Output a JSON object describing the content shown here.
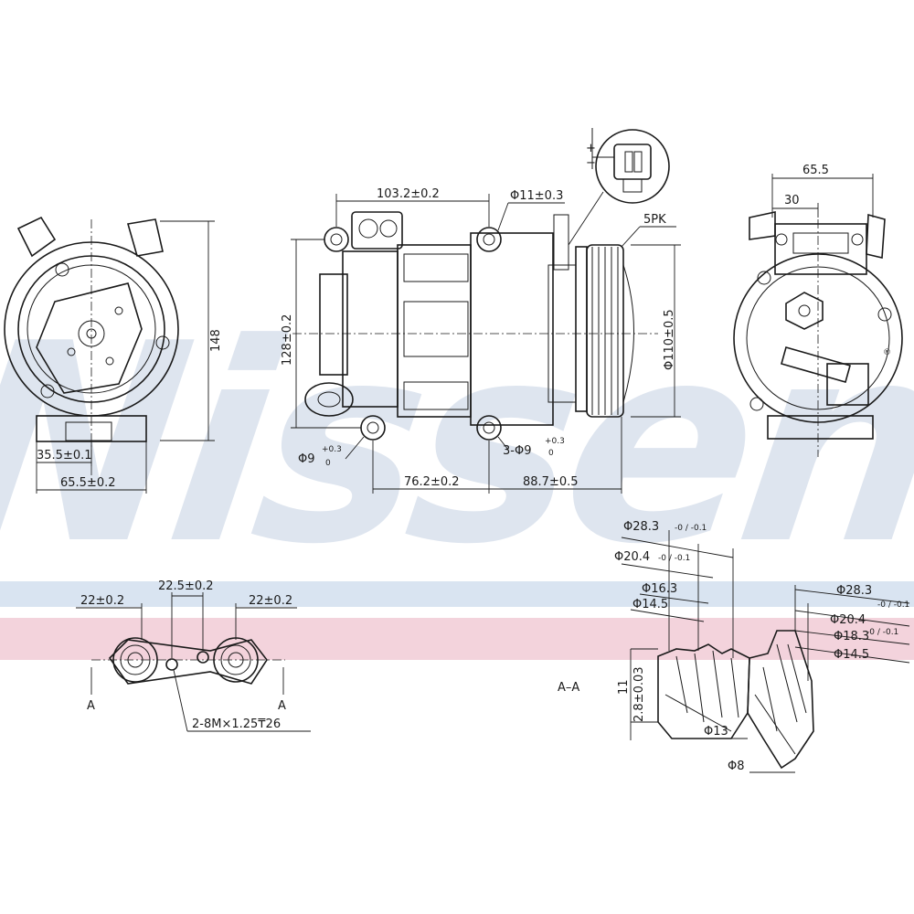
{
  "watermark": {
    "brand": "Nissens",
    "registered_mark": "®",
    "band_colors": [
      "#d9e4f1",
      "#f3d3dc"
    ]
  },
  "side_view": {
    "height_dim": "148",
    "lug_offset_dim": "35.5±0.1",
    "lug_width_dim": "65.5±0.2"
  },
  "main_view": {
    "top_dim": "103.2±0.2",
    "hole_top_dim": "Φ11±0.3",
    "height_dim": "128±0.2",
    "hole_left_dim": "Φ9",
    "hole_left_tol_upper": "+0.3",
    "hole_left_tol_lower": "0",
    "hole_right_dim": "3-Φ9",
    "hole_right_tol_upper": "+0.3",
    "hole_right_tol_lower": "0",
    "bottom_dim_1": "76.2±0.2",
    "bottom_dim_2": "88.7±0.5",
    "pulley_dia": "Φ110±0.5",
    "pulley_type": "5PK"
  },
  "connector": {
    "plus": "+",
    "minus": "−"
  },
  "rear_view": {
    "dim_outer": "65.5",
    "dim_inner": "30"
  },
  "port_view": {
    "left_dim": "22±0.2",
    "center_dim": "22.5±0.2",
    "right_dim": "22±0.2",
    "section_left": "A",
    "section_right": "A",
    "thread_note": "2-8M×1.25₸26"
  },
  "section_left": {
    "label": "A–A",
    "d1": "Φ28.3",
    "d1_tol": "-0 / -0.1",
    "d2": "Φ20.4",
    "d2_tol": "-0 / -0.1",
    "d3": "Φ16.3",
    "d4": "Φ14.5",
    "depth1": "11",
    "depth2": "2.8±0.03",
    "d5": "Φ13"
  },
  "section_right": {
    "d1": "Φ28.3",
    "d1_tol": "-0 / -0.1",
    "d2": "Φ20.4",
    "d2_tol": "-0 / -0.1",
    "d3": "Φ18.3",
    "d4": "Φ14.5",
    "d5": "Φ8"
  }
}
